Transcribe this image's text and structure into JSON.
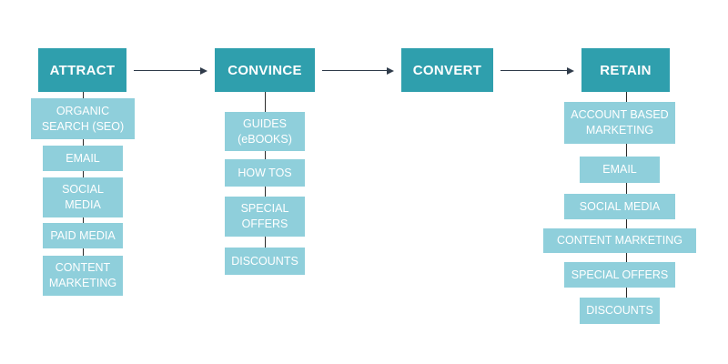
{
  "colors": {
    "stage_fill": "#2f9fad",
    "item_fill": "#8fcfdb",
    "text": "#ffffff",
    "arrow": "#2f3b4a"
  },
  "stages": [
    {
      "label": "ATTRACT",
      "items": [
        "ORGANIC\nSEARCH (SEO)",
        "EMAIL",
        "SOCIAL\nMEDIA",
        "PAID  MEDIA",
        "CONTENT\nMARKETING"
      ]
    },
    {
      "label": "CONVINCE",
      "items": [
        "GUIDES\n(eBOOKS)",
        "HOW TOS",
        "SPECIAL\nOFFERS",
        "DISCOUNTS"
      ]
    },
    {
      "label": "CONVERT",
      "items": []
    },
    {
      "label": "RETAIN",
      "items": [
        "ACCOUNT BASED\nMARKETING",
        "EMAIL",
        "SOCIAL MEDIA",
        "CONTENT MARKETING",
        "SPECIAL OFFERS",
        "DISCOUNTS"
      ]
    }
  ]
}
